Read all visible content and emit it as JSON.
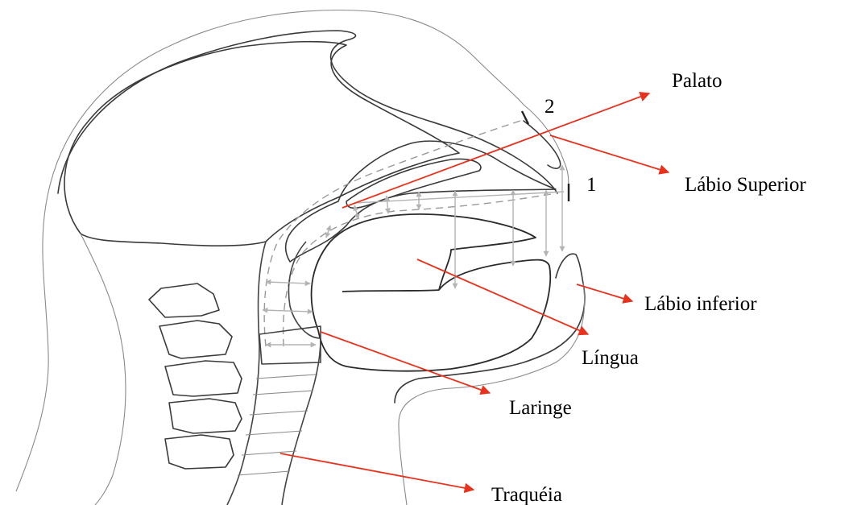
{
  "diagram": {
    "labels": {
      "palato": "Palato",
      "labio_superior": "Lábio Superior",
      "labio_inferior": "Lábio inferior",
      "lingua": "Língua",
      "laringe": "Laringe",
      "traqueia": "Traquéia"
    },
    "markers": {
      "marker_1": "1",
      "marker_2": "2"
    },
    "colors": {
      "pointer": "#e8321e",
      "outline": "#3a3a3a",
      "measure": "#b4b4b4"
    }
  }
}
